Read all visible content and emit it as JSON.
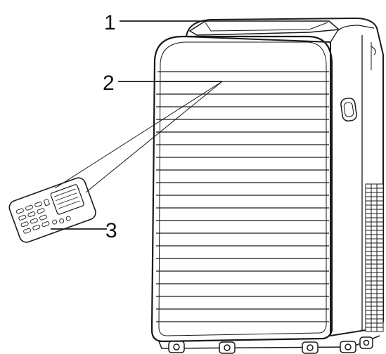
{
  "callouts": [
    {
      "id": "1",
      "label": "1"
    },
    {
      "id": "2",
      "label": "2"
    },
    {
      "id": "3",
      "label": "3"
    }
  ],
  "colors": {
    "line": "#1a1a1a",
    "fill": "#ffffff",
    "background": "#ffffff"
  },
  "icons": [
    "air-conditioner-unit",
    "remote-control",
    "infrared-beam",
    "caster-wheel",
    "handle-recess",
    "side-grille"
  ]
}
